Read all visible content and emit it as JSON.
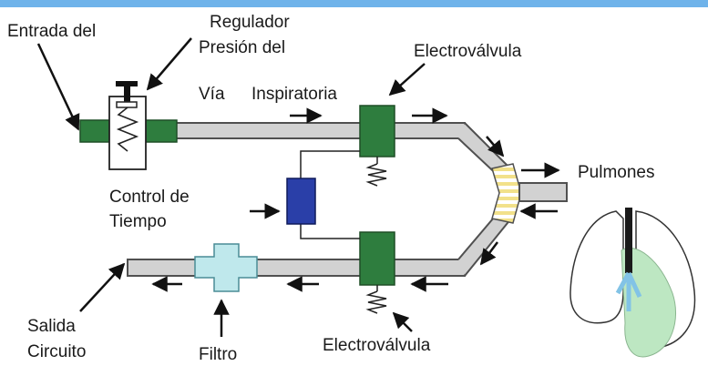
{
  "labels": {
    "entrada": "Entrada del",
    "regulador_1": "Regulador",
    "regulador_2": "Presión del",
    "via": "Vía",
    "inspiratoria": "Inspiratoria",
    "electrovalvula_top": "Electroválvula",
    "pulmones": "Pulmones",
    "control_1": "Control de",
    "control_2": "Tiempo",
    "salida_1": "Salida",
    "salida_2": "Circuito",
    "filtro": "Filtro",
    "electrovalvula_bottom": "Electroválvula"
  },
  "colors": {
    "top_bar": "#6fb3ea",
    "tube": "#d2d2d2",
    "tube_outline": "#505050",
    "valve": "#2e7d3e",
    "timer": "#2a3fa8",
    "filter": "#bfe8ec",
    "lung_tissue": "#bde7c2",
    "bronchi": "#82c3e6"
  }
}
